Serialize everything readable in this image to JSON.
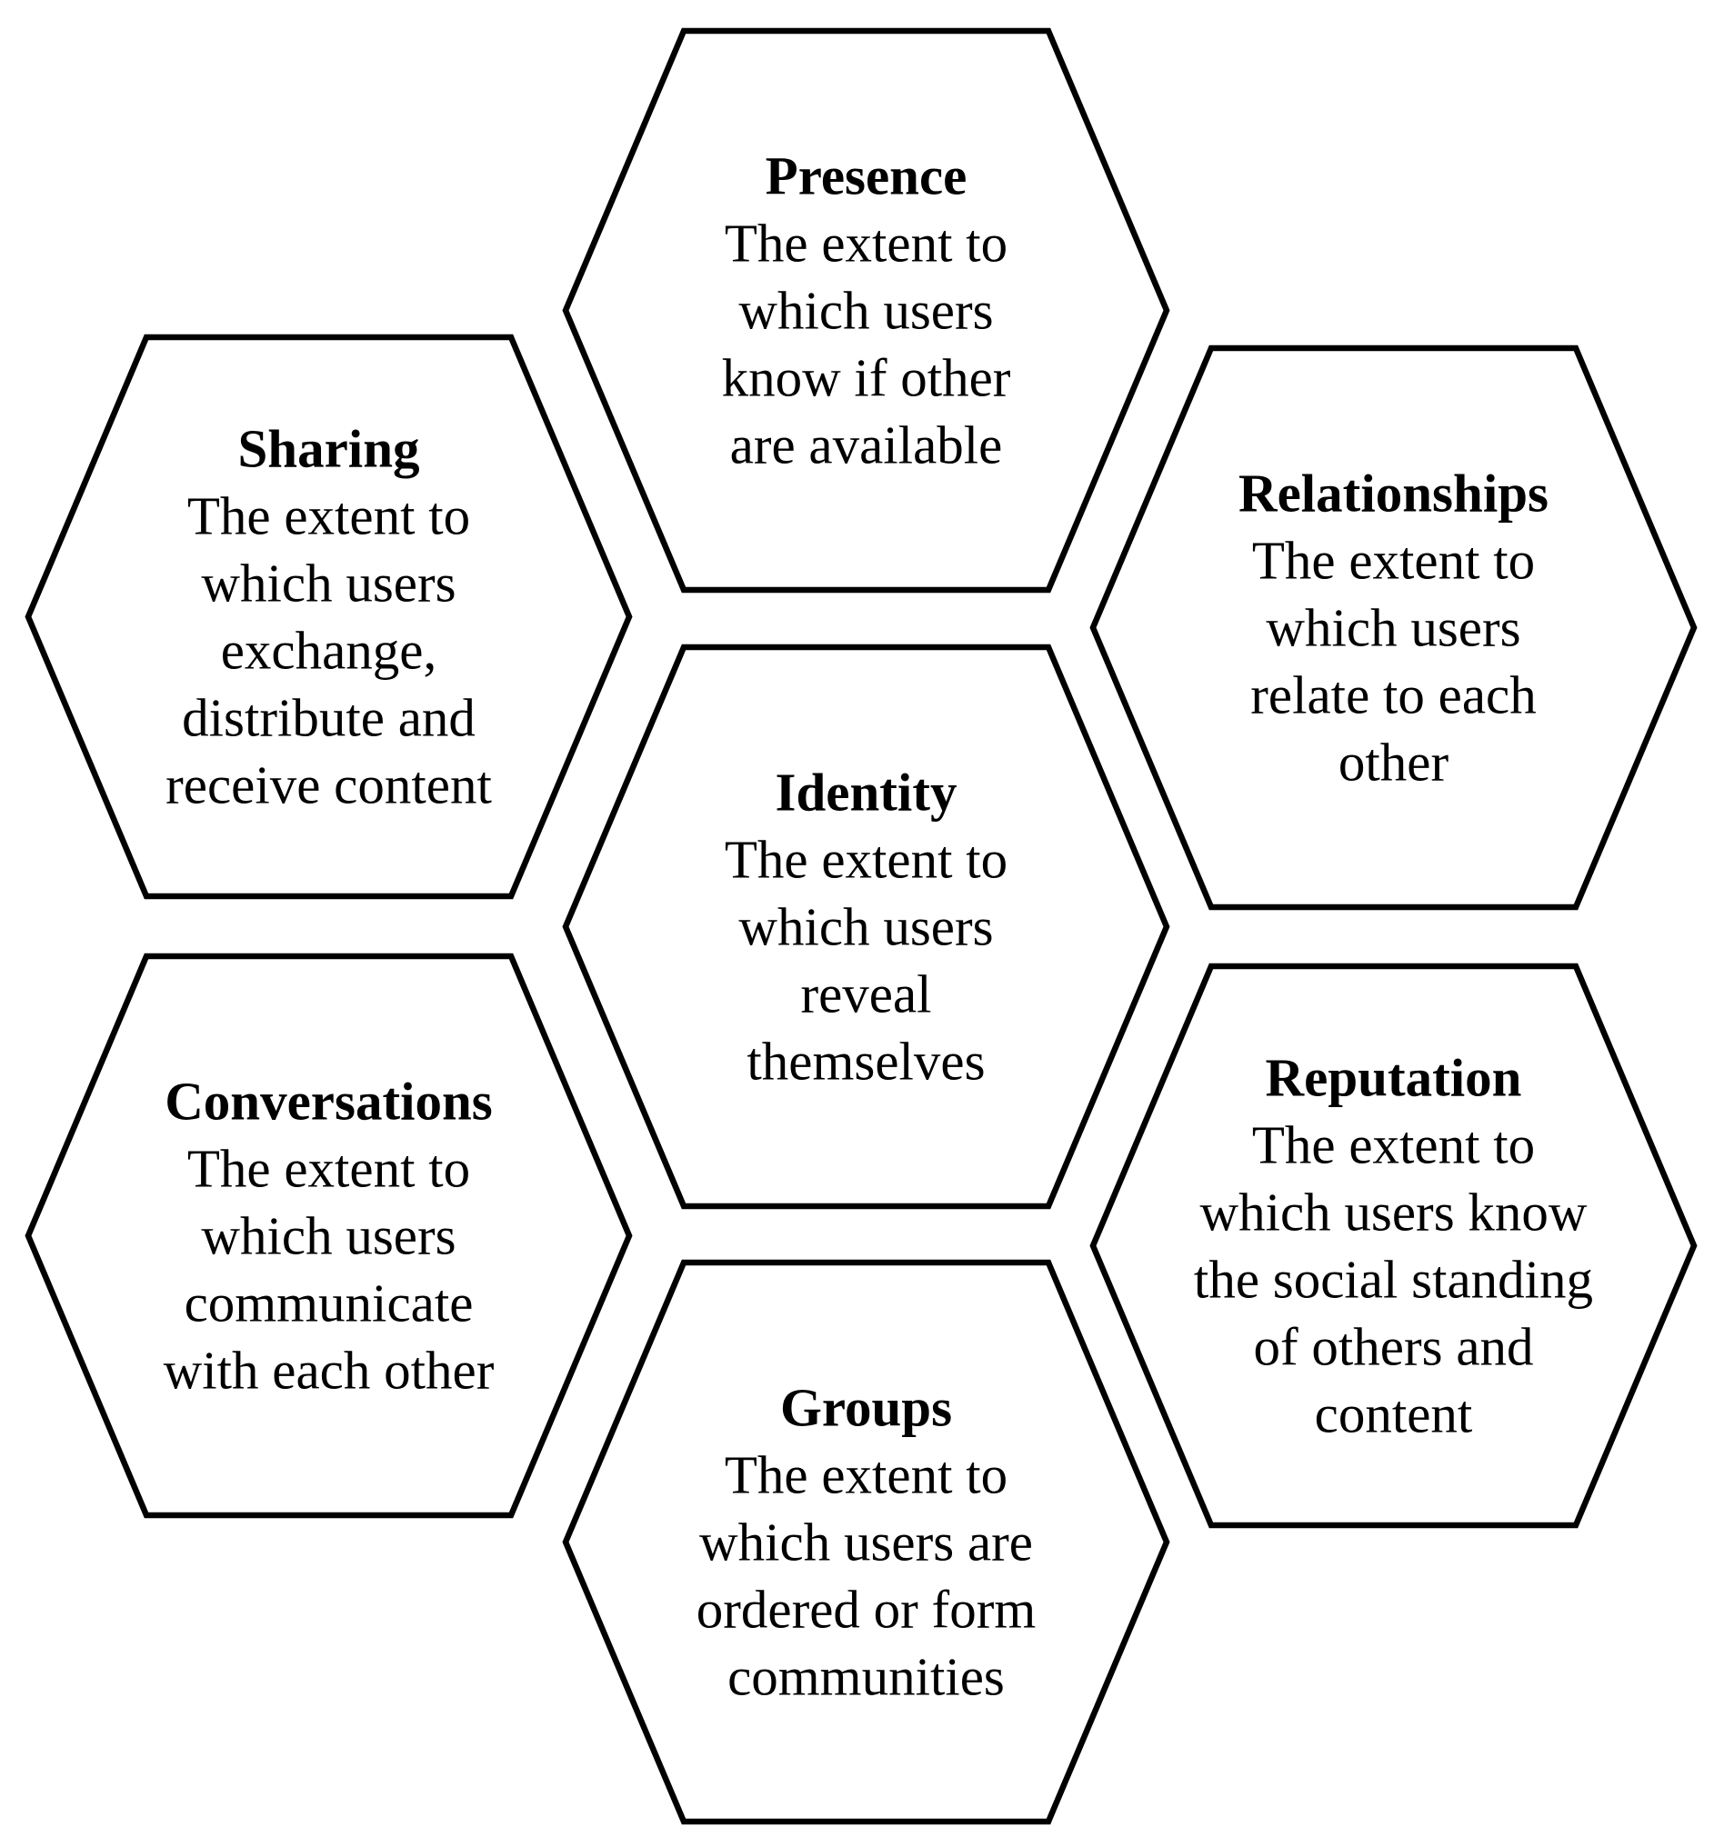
{
  "colors": {
    "background": "#ffffff",
    "outline": "#000000",
    "text": "#000000"
  },
  "hexagons": [
    {
      "id": "presence",
      "title": "Presence",
      "lines": [
        "The extent to",
        "which users",
        "know if other",
        "are available"
      ]
    },
    {
      "id": "sharing",
      "title": "Sharing",
      "lines": [
        "The extent to",
        "which users",
        "exchange,",
        "distribute and",
        "receive content"
      ]
    },
    {
      "id": "relationships",
      "title": "Relationships",
      "lines": [
        "The extent to",
        "which users",
        "relate to each",
        "other"
      ]
    },
    {
      "id": "identity",
      "title": "Identity",
      "lines": [
        "The extent to",
        "which users",
        "reveal",
        "themselves"
      ]
    },
    {
      "id": "conversations",
      "title": "Conversations",
      "lines": [
        "The extent to",
        "which users",
        "communicate",
        "with each other"
      ]
    },
    {
      "id": "reputation",
      "title": "Reputation",
      "lines": [
        "The extent to",
        "which users know",
        "the social standing",
        "of others and",
        "content"
      ]
    },
    {
      "id": "groups",
      "title": "Groups",
      "lines": [
        "The extent to",
        "which users are",
        "ordered or form",
        "communities"
      ]
    }
  ]
}
